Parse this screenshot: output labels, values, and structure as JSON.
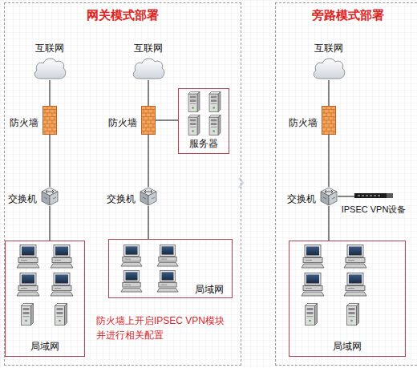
{
  "diagram": {
    "nodes": [
      {
        "text": [
          "网关模式部署"
        ]
      },
      {
        "text": [
          "互联网"
        ],
        "in": 0
      },
      {
        "text": [
          "防火墙"
        ],
        "in": 0
      },
      {
        "text": [
          "交换机"
        ],
        "in": 0
      },
      {
        "text": [
          "局域网"
        ],
        "in": 0
      },
      {
        "text": [
          "互联网"
        ],
        "in": 0
      },
      {
        "text": [
          "防火墙"
        ],
        "in": 0
      },
      {
        "text": [
          "服务器"
        ],
        "in": 0
      },
      {
        "text": [
          "交换机"
        ],
        "in": 0
      },
      {
        "text": [
          "局域网"
        ],
        "in": 0
      },
      {
        "text": [
          "旁路模式部署"
        ]
      },
      {
        "text": [
          "互联网"
        ],
        "in": 10
      },
      {
        "text": [
          "防火墙"
        ],
        "in": 10
      },
      {
        "text": [
          "交换机"
        ],
        "in": 10
      },
      {
        "text": [
          "IPSEC VPN设备"
        ],
        "in": 10
      },
      {
        "text": [
          "局域网"
        ],
        "in": 10
      }
    ],
    "edges": [
      {
        "from": 1,
        "to": 2,
        "arrow": "none"
      },
      {
        "from": 2,
        "to": 3,
        "arrow": "none"
      },
      {
        "from": 3,
        "to": 4,
        "arrow": "none"
      },
      {
        "from": 5,
        "to": 6,
        "arrow": "none"
      },
      {
        "from": 6,
        "to": 7,
        "arrow": "none"
      },
      {
        "from": 6,
        "to": 8,
        "arrow": "none"
      },
      {
        "from": 8,
        "to": 9,
        "arrow": "none"
      },
      {
        "from": 11,
        "to": 12,
        "arrow": "none"
      },
      {
        "from": 12,
        "to": 13,
        "arrow": "none"
      },
      {
        "from": 13,
        "to": 14,
        "arrow": "none"
      },
      {
        "from": 13,
        "to": 15,
        "arrow": "none"
      }
    ],
    "labels": [
      "防火墙上开启IPSEC VPN模块并进行相关配置"
    ]
  }
}
